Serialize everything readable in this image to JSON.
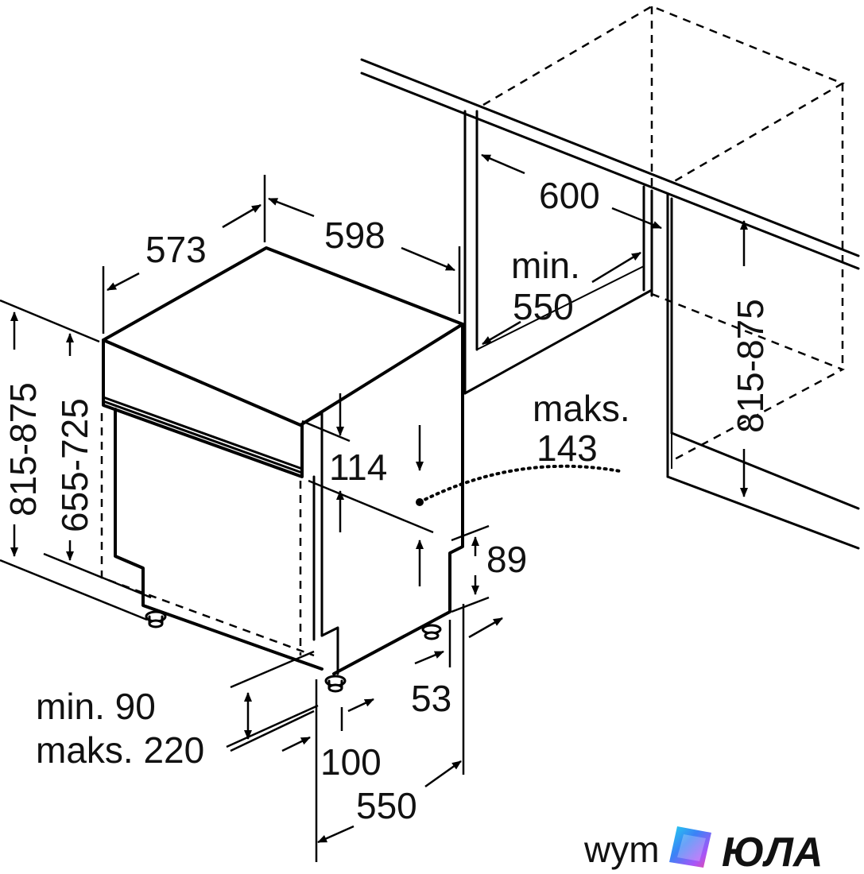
{
  "dimensions": {
    "depth_573": "573",
    "width_598": "598",
    "niche_width_600": "600",
    "niche_depth_min_label": "min.",
    "niche_depth_min_value": "550",
    "height_range_right": "815-875",
    "height_range_left": "815-875",
    "height_range_inner": "655-725",
    "panel_114": "114",
    "offset_max_label": "maks.",
    "offset_max_value": "143",
    "offset_89": "89",
    "offset_53": "53",
    "plinth_min": "min. 90",
    "plinth_max": "maks. 220",
    "foot_100": "100",
    "depth_550": "550"
  },
  "watermark": {
    "text_left": "wym",
    "brand_text": "ЮЛА",
    "brand_colors": [
      "#3b82f6",
      "#a855f7",
      "#ec4899",
      "#22d3ee"
    ]
  }
}
